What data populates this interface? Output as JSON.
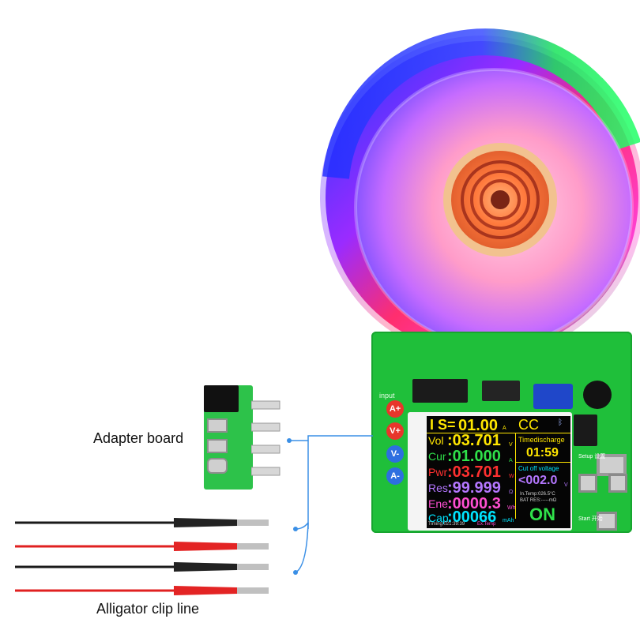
{
  "labels": {
    "adapter_board": "Adapter board",
    "alligator_clip_line": "Alligator clip line"
  },
  "pcb": {
    "input_label": "input",
    "pads": [
      "A+",
      "V+",
      "V-",
      "A-"
    ],
    "setup_button": "Setup 设置",
    "start_button": "Start 开始"
  },
  "lcd": {
    "set_label": "I S=",
    "set_value": "01.00",
    "set_unit": "A",
    "mode": "CC",
    "voltage_label": "Vol",
    "voltage_value": ":03.701",
    "voltage_unit": "V",
    "current_label": "Cur",
    "current_value": ":01.000",
    "current_unit": "A",
    "power_label": "Pwr",
    "power_value": ":03.701",
    "power_unit": "W",
    "resistance_label": "Res",
    "resistance_value": ":99.999",
    "resistance_unit": "Ω",
    "energy_label": "Ene",
    "energy_value": ":0000.3",
    "energy_unit": "Wh",
    "capacity_label": "Cap",
    "capacity_value": ":00066",
    "capacity_unit": "mAh",
    "timing": "Timing:021:39:39",
    "ex_temp": "Ex.Temp",
    "timed_discharge_label": "Timedischarge",
    "timed_discharge_value": "01:59",
    "cutoff_label": "Cut off voltage",
    "cutoff_value": "<002.0",
    "cutoff_unit": "V",
    "in_temp": "In.Temp:026.5°C",
    "bat_res": "BAT RES:-----mΩ",
    "status": "ON"
  },
  "colors": {
    "pcb_green": "#1fbf3a",
    "pad_red": "#e8352b",
    "pad_blue": "#2d6fe0",
    "connector_blue": "#3a8fe6",
    "lcd_yellow": "#ffe600",
    "lcd_green": "#2fe04a",
    "lcd_red": "#ff3030",
    "lcd_purple": "#b477ff",
    "lcd_magenta": "#ff4fd2",
    "lcd_cyan": "#00e5ff"
  }
}
